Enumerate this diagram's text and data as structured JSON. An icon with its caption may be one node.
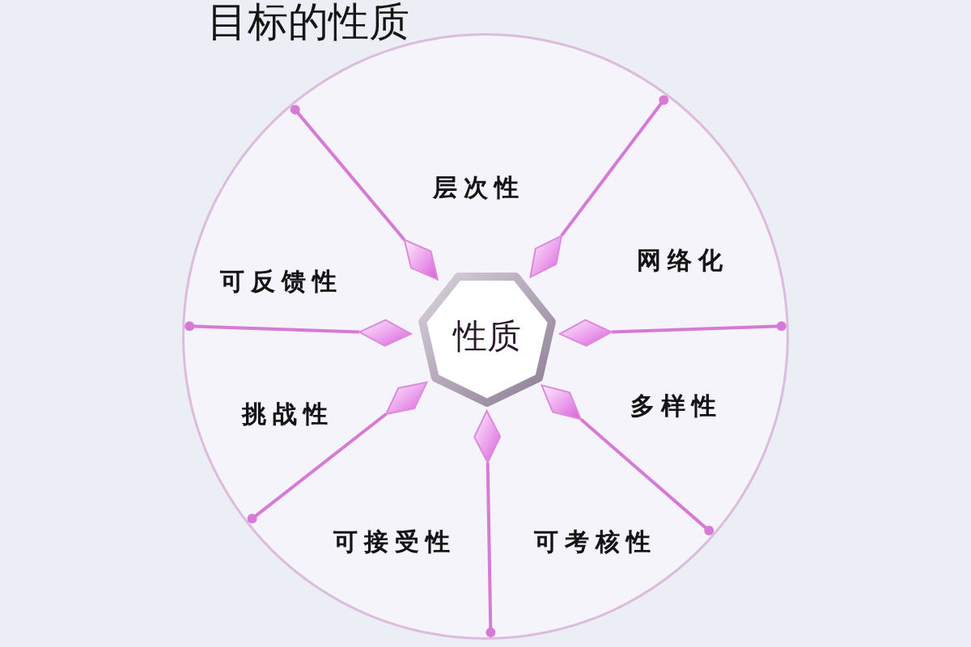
{
  "diagram": {
    "title": "目标的性质",
    "nodes": [
      {
        "text": [
          "层次性",
          "可反馈性",
          "网络化",
          "挑战性",
          "多样性",
          "可接受性",
          "可考核性"
        ]
      },
      {
        "text": [
          "性质"
        ],
        "in": 0
      }
    ]
  }
}
